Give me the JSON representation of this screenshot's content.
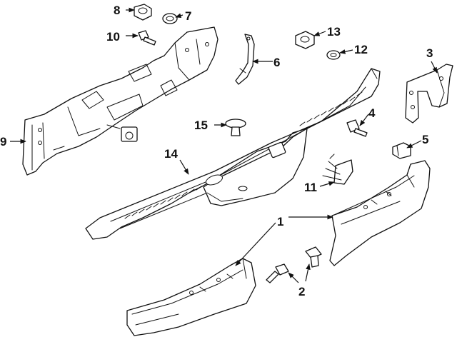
{
  "callouts": [
    {
      "id": "c1",
      "label": "1"
    },
    {
      "id": "c2",
      "label": "2"
    },
    {
      "id": "c3",
      "label": "3"
    },
    {
      "id": "c4",
      "label": "4"
    },
    {
      "id": "c5",
      "label": "5"
    },
    {
      "id": "c6",
      "label": "6"
    },
    {
      "id": "c7",
      "label": "7"
    },
    {
      "id": "c8",
      "label": "8"
    },
    {
      "id": "c9",
      "label": "9"
    },
    {
      "id": "c10",
      "label": "10"
    },
    {
      "id": "c11",
      "label": "11"
    },
    {
      "id": "c12",
      "label": "12"
    },
    {
      "id": "c13",
      "label": "13"
    },
    {
      "id": "c14",
      "label": "14"
    },
    {
      "id": "c15",
      "label": "15"
    }
  ],
  "colors": {
    "line": "#111111",
    "background": "#ffffff"
  }
}
